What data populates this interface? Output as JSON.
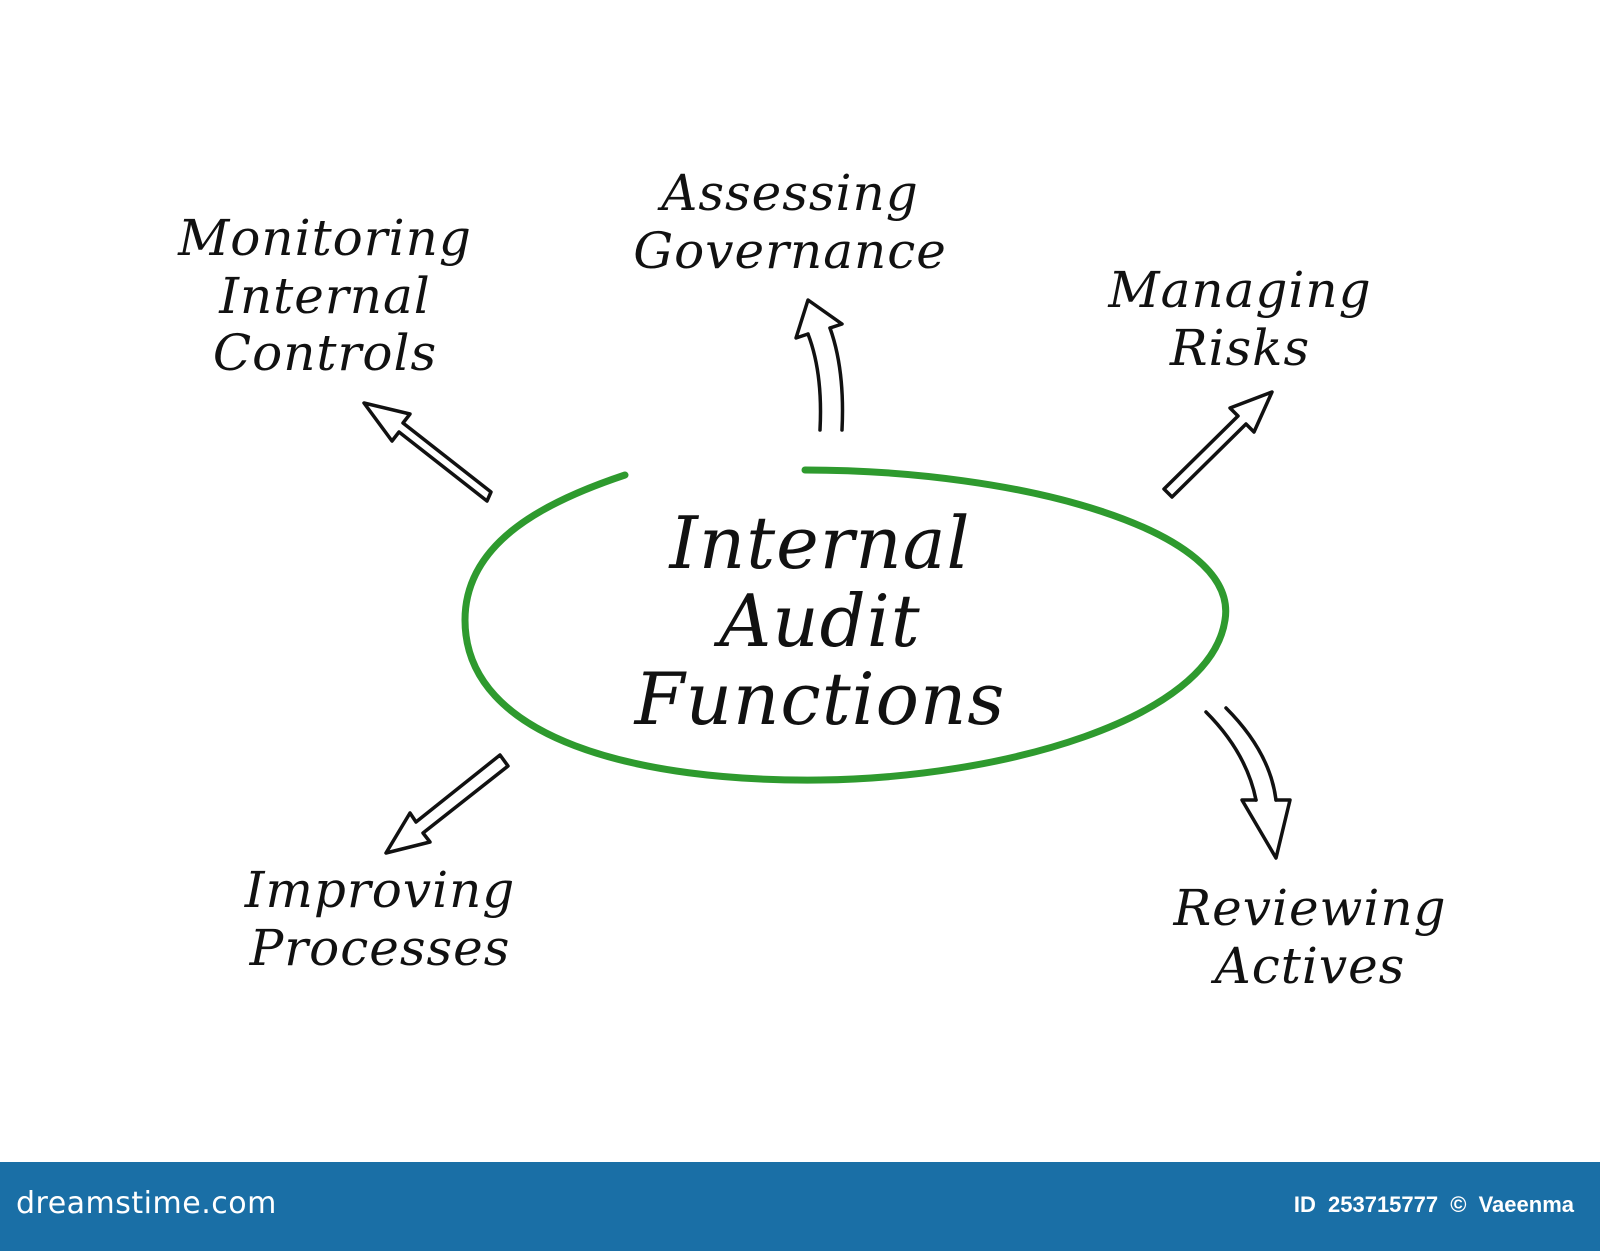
{
  "diagram": {
    "center": {
      "lines": [
        "Internal",
        "Audit",
        "Functions"
      ],
      "ellipse_color": "#2e9a2e"
    },
    "nodes": {
      "top_left": [
        "Monitoring",
        "Internal",
        "Controls"
      ],
      "top": [
        "Assessing",
        "Governance"
      ],
      "top_right": [
        "Managing",
        "Risks"
      ],
      "bottom_left": [
        "Improving",
        "Processes"
      ],
      "bottom_right": [
        "Reviewing",
        "Actives"
      ]
    },
    "arrow_color": "#111111"
  },
  "footer": {
    "brand": "dreamstime.com",
    "id_label": "ID",
    "id_number": "253715777",
    "copyright_symbol": "©",
    "author": "Vaeenma",
    "background_color": "#1a6fa6"
  }
}
